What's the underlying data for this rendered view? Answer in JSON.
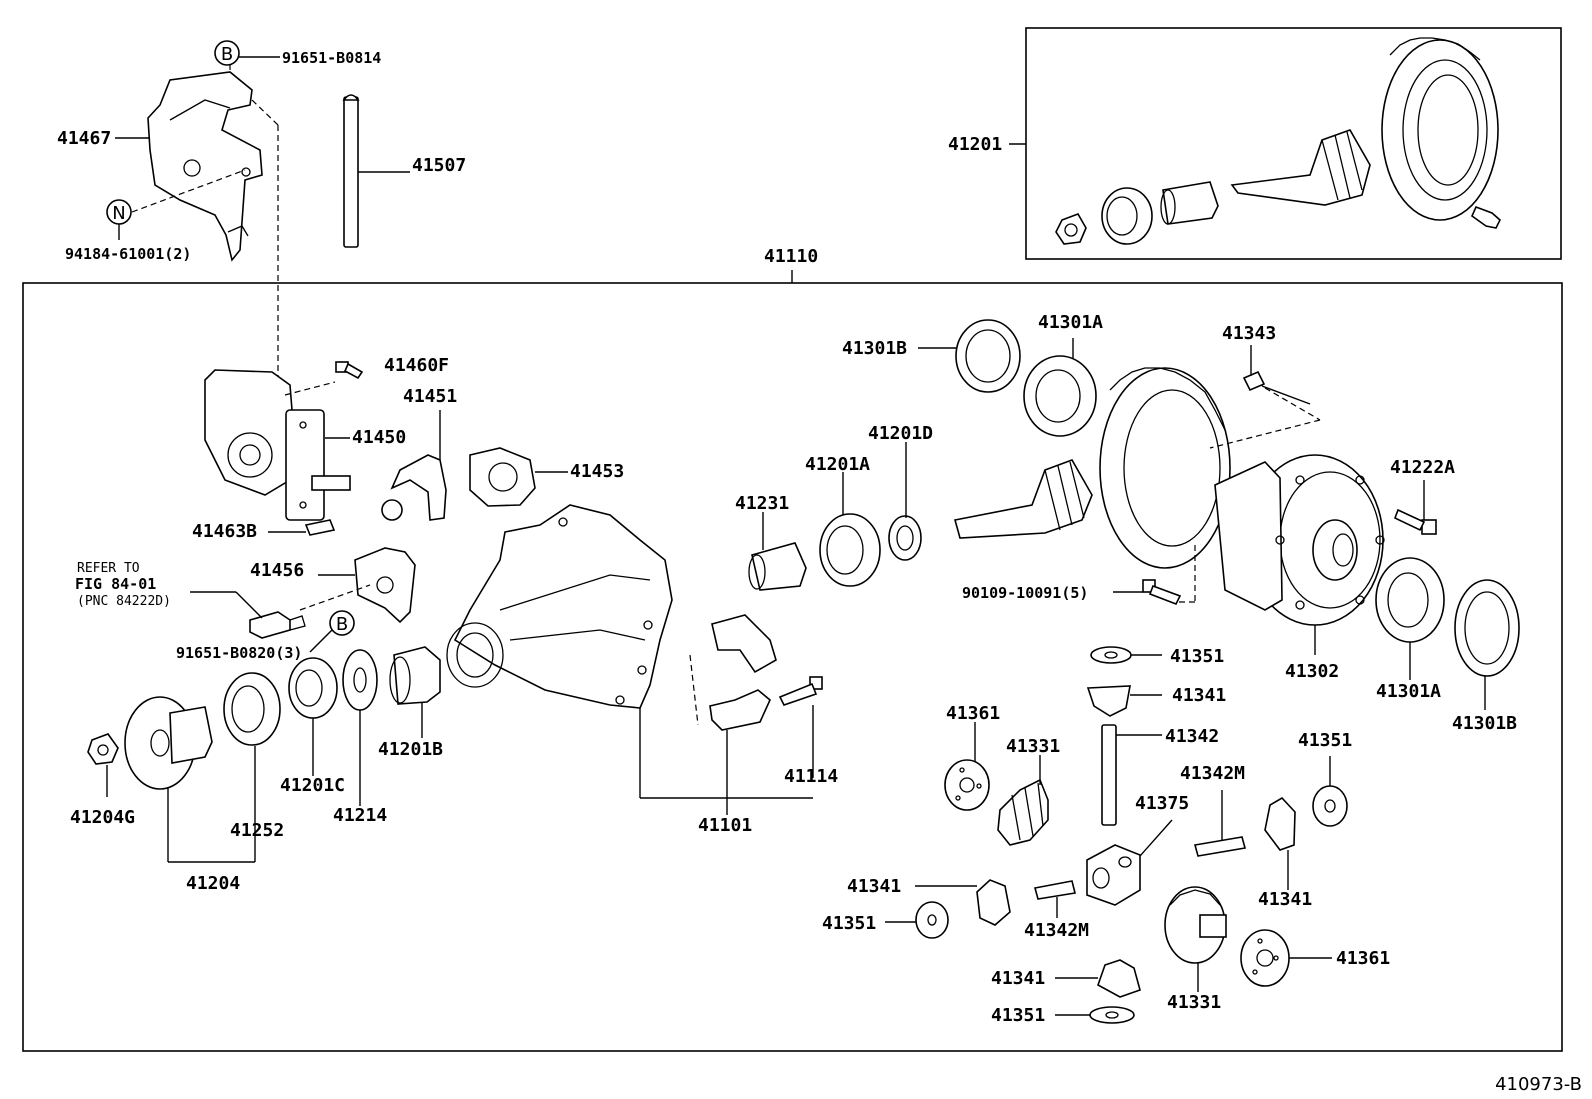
{
  "diagram_code": "410973-B",
  "circle_markers": {
    "b": "B",
    "n": "N"
  },
  "labels": {
    "p41467": "41467",
    "p91651_b0814": "91651-B0814",
    "p41507": "41507",
    "p94184": "94184-61001(2)",
    "p41201": "41201",
    "p41110": "41110",
    "p41460f": "41460F",
    "p41451": "41451",
    "p41450": "41450",
    "p41453": "41453",
    "p41463b": "41463B",
    "p41456": "41456",
    "refer_1": "REFER TO",
    "refer_2": "FIG 84-01",
    "refer_3": "(PNC 84222D)",
    "p91651_b0820": "91651-B0820(3)",
    "p41204g": "41204G",
    "p41252": "41252",
    "p41204": "41204",
    "p41201c": "41201C",
    "p41214": "41214",
    "p41201b": "41201B",
    "p41101": "41101",
    "p41114": "41114",
    "p41231": "41231",
    "p41201a": "41201A",
    "p41201d": "41201D",
    "p41301b_top": "41301B",
    "p41301a_top": "41301A",
    "p41343": "41343",
    "p41222a": "41222A",
    "p90109": "90109-10091(5)",
    "p41302": "41302",
    "p41301a_bot": "41301A",
    "p41301b_bot": "41301B",
    "p41351_a": "41351",
    "p41341_a": "41341",
    "p41342": "41342",
    "p41361_a": "41361",
    "p41331_a": "41331",
    "p41375": "41375",
    "p41342m_a": "41342M",
    "p41351_b": "41351",
    "p41341_b": "41341",
    "p41341_c": "41341",
    "p41351_c": "41351",
    "p41342m_b": "41342M",
    "p41341_d": "41341",
    "p41351_d": "41351",
    "p41331_b": "41331",
    "p41361_b": "41361"
  }
}
